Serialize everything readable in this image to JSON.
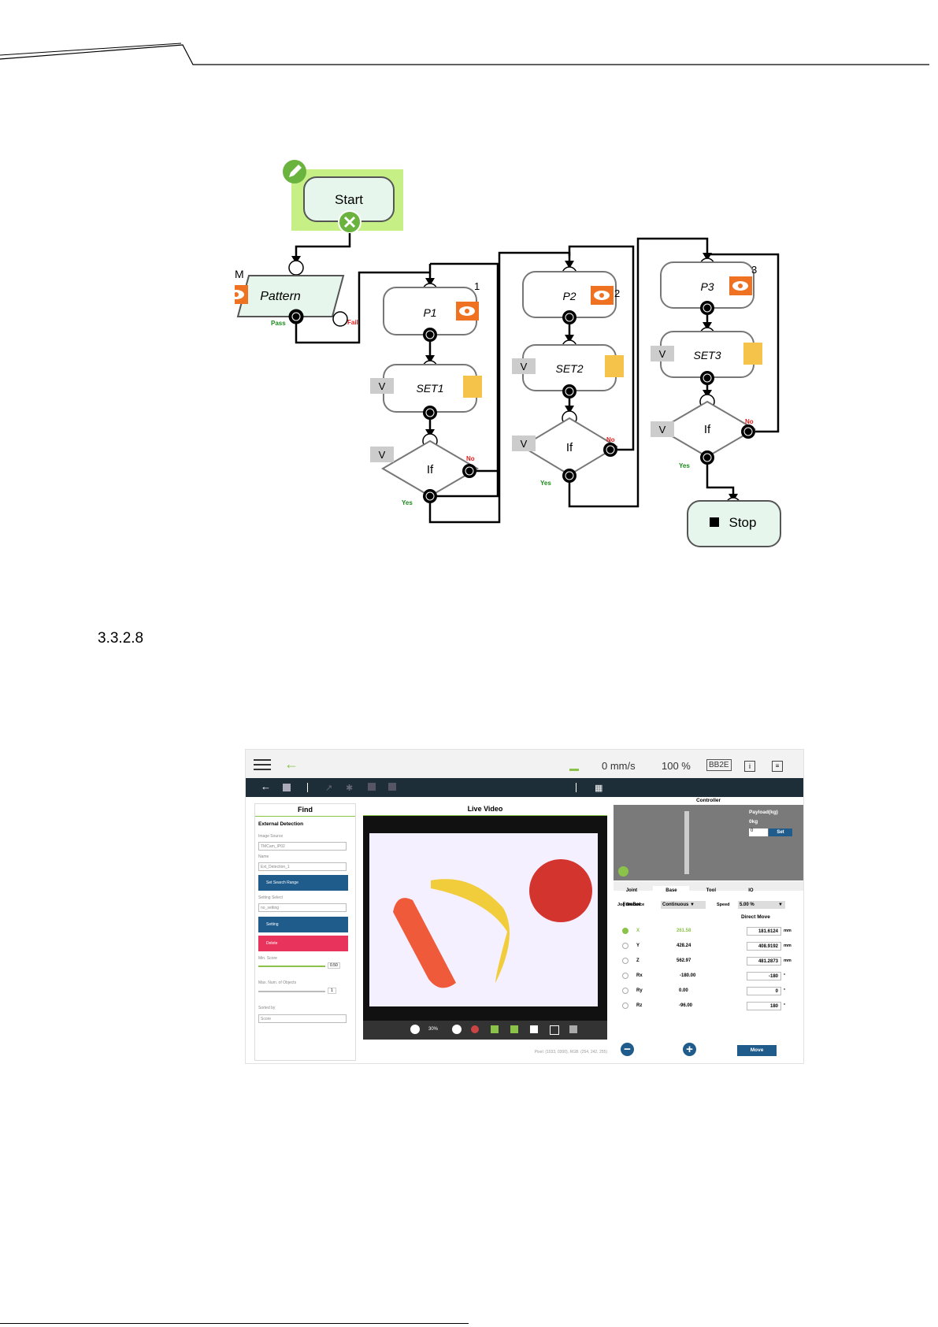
{
  "section_number": "3.3.2.8",
  "flow": {
    "start_label": "Start",
    "pattern_label": "Pattern",
    "pattern_mark": "M",
    "pass_label": "Pass",
    "fail_label": "Fail",
    "columns": [
      {
        "num": "1",
        "point": "P1",
        "set": "SET1"
      },
      {
        "num": "2",
        "point": "P2",
        "set": "SET2"
      },
      {
        "num": "3",
        "point": "P3",
        "set": "SET3"
      }
    ],
    "v_label": "V",
    "if_label": "If",
    "yes_label": "Yes",
    "no_label": "No",
    "stop_label": "Stop",
    "colors": {
      "highlight": "#c6ef86",
      "node_fill": "#e6f6ec",
      "vision_icon": "#ee7222",
      "set_icon": "#f6c34a",
      "yes": "#1a8a1a",
      "no": "#e01e1e"
    }
  },
  "ui": {
    "status": {
      "speed": "0 mm/s",
      "percent": "100 %",
      "mode": "BB2E"
    },
    "icons": [
      "menu-icon",
      "back-arrow-icon",
      "robot-status-icon",
      "info-icon",
      "log-icon"
    ],
    "find": {
      "title": "Find",
      "subtitle": "External Detection",
      "image_source_label": "Image Source",
      "image_source_value": "TMCam_IP02",
      "name_label": "Name",
      "name_value": "Ext_Detection_1",
      "search_range_button": "Set Search Range",
      "setting_select_label": "Setting Select",
      "setting_select_value": "no_setting",
      "setting_button": "Setting",
      "delete_button": "Delete",
      "min_score_label": "Min. Score",
      "min_score_value": "0.50",
      "max_objects_label": "Max. Num. of Objects",
      "max_objects_value": "1",
      "sorted_by_label": "Sorted by",
      "sorted_by_value": "Score"
    },
    "live": {
      "title": "Live Video",
      "zoom": "30%",
      "pixel_info": "Pixel: (1033, 0300), RGB: (254, 242, 255)"
    },
    "controller": {
      "title": "Controller",
      "payload_label": "Payload(kg)",
      "payload_value": "0kg",
      "payload_input": "0",
      "set_button": "Set",
      "tabs": [
        "Joint",
        "Base",
        "Tool",
        "IO",
        "FreeBot"
      ],
      "active_tab": "Base",
      "jog_distance_label": "Jog Distance",
      "jog_distance_value": "Continuous",
      "speed_label": "Speed",
      "speed_value": "5.00 %",
      "direct_move_label": "Direct Move",
      "axes": [
        {
          "name": "X",
          "value": "261.58",
          "input": "181.6124",
          "unit": "mm",
          "selected": true
        },
        {
          "name": "Y",
          "value": "428.24",
          "input": "408.9192",
          "unit": "mm",
          "selected": false
        },
        {
          "name": "Z",
          "value": "562.97",
          "input": "481.2873",
          "unit": "mm",
          "selected": false
        },
        {
          "name": "Rx",
          "value": "-180.00",
          "input": "-180",
          "unit": "°",
          "selected": false
        },
        {
          "name": "Ry",
          "value": "0.00",
          "input": "0",
          "unit": "°",
          "selected": false
        },
        {
          "name": "Rz",
          "value": "-96.00",
          "input": "180",
          "unit": "°",
          "selected": false
        }
      ],
      "move_button": "Move",
      "accent": "#1f5c8b",
      "green": "#8bc34a"
    }
  }
}
